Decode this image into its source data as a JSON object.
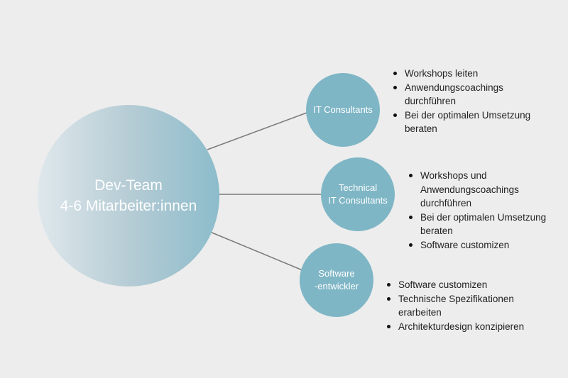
{
  "main": {
    "title": "Dev-Team",
    "subtitle": "4-6 Mitarbeiter:innen"
  },
  "roles": [
    {
      "label_lines": [
        "IT Consultants"
      ],
      "bullets": [
        "Workshops leiten",
        "Anwendungscoachings durchführen",
        "Bei der optimalen Umsetzung beraten"
      ]
    },
    {
      "label_lines": [
        "Technical",
        "IT Consultants"
      ],
      "bullets": [
        "Workshops und Anwendungscoachings durchführen",
        "Bei der optimalen Umsetzung beraten",
        "Software customizen"
      ]
    },
    {
      "label_lines": [
        "Software",
        "-entwickler"
      ],
      "bullets": [
        "Software customizen",
        "Technische Spezifikationen erarbeiten",
        "Architekturdesign konzipieren"
      ]
    }
  ],
  "colors": {
    "background": "#ededed",
    "role_circle": "#7fb6c6",
    "connector": "#7a7a7a"
  }
}
